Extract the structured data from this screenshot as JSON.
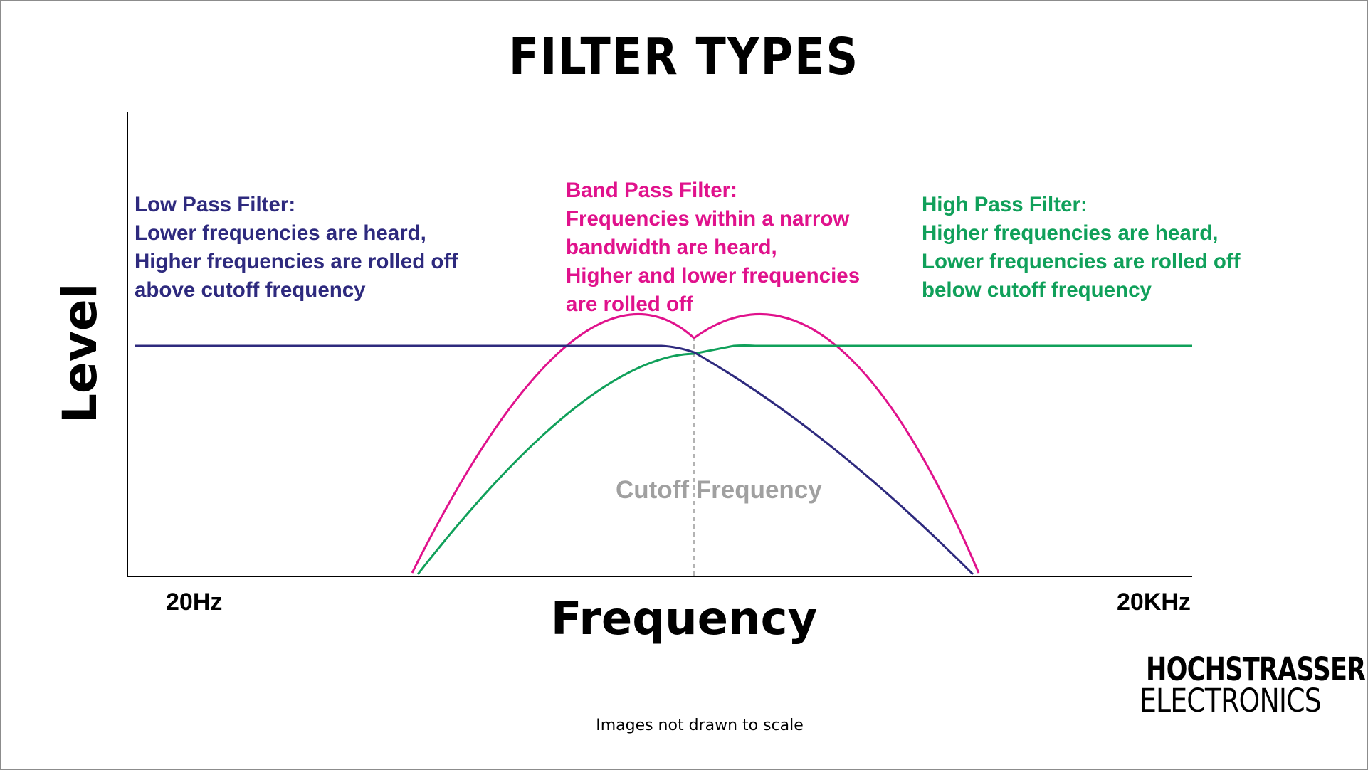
{
  "title": "FILTER TYPES",
  "y_axis_label": "Level",
  "x_axis_label": "Frequency",
  "x_ticks": {
    "left": "20Hz",
    "right": "20KHz"
  },
  "cutoff_label": "Cutoff Frequency",
  "low_pass": {
    "lines": [
      "Low Pass Filter:",
      "Lower frequencies are heard,",
      "Higher frequencies are rolled off",
      "above cutoff frequency"
    ],
    "color": "#2e2a7e"
  },
  "band_pass": {
    "lines": [
      "Band Pass Filter:",
      "Frequencies within a narrow",
      "bandwidth are heard,",
      "Higher and lower frequencies",
      "are rolled off"
    ],
    "color": "#e0128c"
  },
  "high_pass": {
    "lines": [
      "High Pass Filter:",
      "Higher frequencies are heard,",
      "Lower frequencies are rolled off",
      "below cutoff frequency"
    ],
    "color": "#10a05a"
  },
  "footnote": "Images not drawn to scale",
  "logo": {
    "line1": "HOCHSTRASSER",
    "line2": "ELECTRONICS"
  }
}
